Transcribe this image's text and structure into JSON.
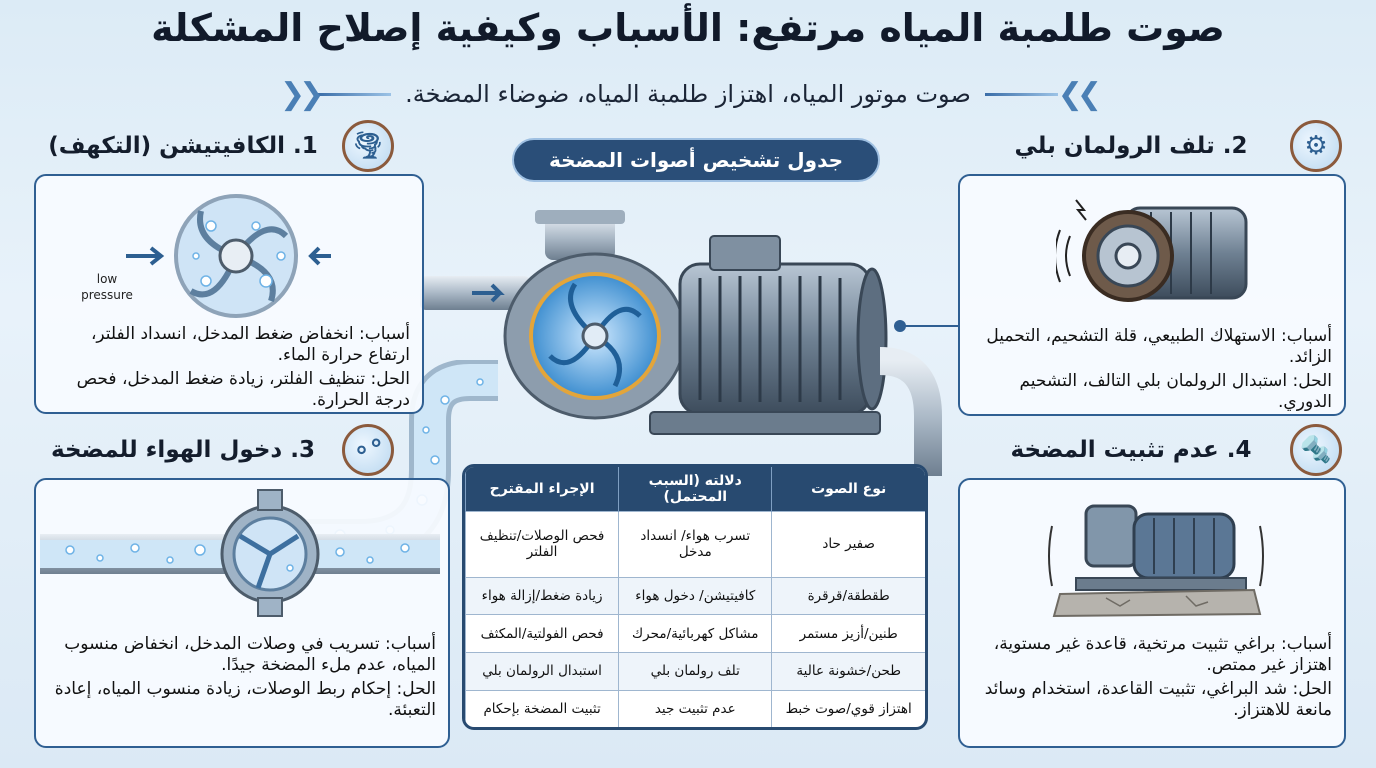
{
  "header": {
    "title": "صوت طلمبة المياه مرتفع: الأسباب وكيفية إصلاح المشكلة",
    "subtitle": "صوت موتور المياه، اهتزاز طلمبة المياه، ضوضاء المضخة."
  },
  "sections": {
    "cavitation": {
      "heading": "1. الكافيتيشن (التكهف)",
      "diagram_label_line1": "low",
      "diagram_label_line2": "pressure",
      "causes": "أسباب: انخفاض ضغط المدخل، انسداد الفلتر، ارتفاع حرارة الماء.",
      "fix": "الحل: تنظيف الفلتر، زيادة ضغط المدخل، فحص درجة الحرارة."
    },
    "bearing": {
      "heading": "2. تلف الرولمان بلي",
      "causes": "أسباب: الاستهلاك الطبيعي، قلة التشحيم، التحميل الزائد.",
      "fix": "الحل: استبدال الرولمان بلي التالف، التشحيم الدوري."
    },
    "air": {
      "heading": "3. دخول الهواء للمضخة",
      "causes": "أسباب: تسريب في وصلات المدخل، انخفاض منسوب المياه، عدم ملء المضخة جيدًا.",
      "fix": "الحل: إحكام ربط الوصلات، زيادة منسوب المياه، إعادة التعبئة."
    },
    "mounting": {
      "heading": "4. عدم تثبيت المضخة",
      "causes": "أسباب: براغي تثبيت مرتخية، قاعدة غير مستوية، اهتزاز غير ممتص.",
      "fix": "الحل: شد البراغي، تثبيت القاعدة، استخدام وسائد مانعة للاهتزاز."
    }
  },
  "table": {
    "caption": "جدول تشخيص أصوات المضخة",
    "headers": [
      "نوع الصوت",
      "دلالته (السبب المحتمل)",
      "الإجراء المقترح"
    ],
    "rows": [
      [
        "صفير حاد",
        "تسرب هواء/ انسداد مدخل",
        "فحص الوصلات/تنظيف الفلتر"
      ],
      [
        "طقطقة/قرقرة",
        "كافيتيشن/ دخول هواء",
        "زيادة ضغط/إزالة هواء"
      ],
      [
        "طنين/أزيز مستمر",
        "مشاكل كهربائية/محرك",
        "فحص الفولتية/المكثف"
      ],
      [
        "طحن/خشونة عالية",
        "تلف رولمان بلي",
        "استبدال الرولمان بلي"
      ],
      [
        "اهتزاز قوي/صوت خبط",
        "عدم تثبيت جيد",
        "تثبيت المضخة بإحكام"
      ]
    ]
  },
  "icons": {
    "cavitation": "tornado-icon",
    "bearing": "gear-icon",
    "air": "bubbles-icon",
    "mounting": "screw-icon"
  },
  "colors": {
    "frame": "#2f5f92",
    "table_header": "#284a70",
    "icon_ring": "#8b5a3c",
    "water": "#6fb3e6"
  }
}
